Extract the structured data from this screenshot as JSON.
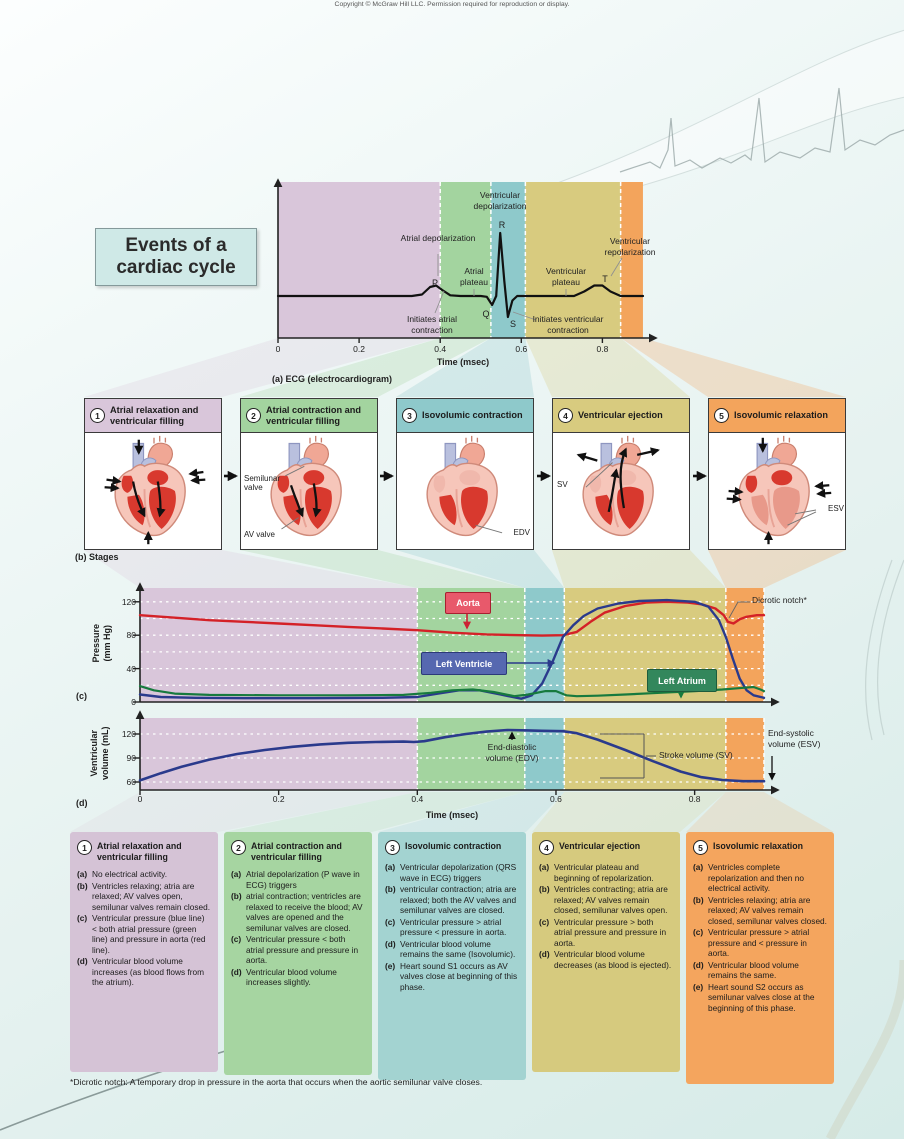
{
  "copyright": "Copyright © McGraw Hill LLC. Permission required for reproduction or display.",
  "title": {
    "line1": "Events of a",
    "line2": "cardiac cycle"
  },
  "phases": {
    "colors": [
      "#d9c6da",
      "#a3d49f",
      "#8ec9cb",
      "#d8cb7f",
      "#f3a45c"
    ],
    "boundaries_ecg": [
      0,
      0.4,
      0.525,
      0.61,
      0.845,
      0.9
    ],
    "boundaries_charts": [
      0,
      0.4,
      0.555,
      0.612,
      0.845,
      0.9
    ]
  },
  "ecg": {
    "caption": "(a) ECG (electrocardiogram)",
    "xlabel": "Time (msec)",
    "labels": {
      "vdep": "Ventricular depolarization",
      "adep": "Atrial depolarization",
      "aplat": "Atrial plateau",
      "vplat": "Ventricular plateau",
      "vrepol": "Ventricular repolarization",
      "init_a": "Initiates atrial contraction",
      "init_v": "Initiates ventricular contraction",
      "p": "P",
      "q": "Q",
      "r": "R",
      "s": "S",
      "t": "T"
    }
  },
  "stages": {
    "caption": "(b) Stages",
    "items": [
      {
        "num": "1",
        "title": "Atrial relaxation and ventricular filling"
      },
      {
        "num": "2",
        "title": "Atrial contraction and ventricular filling"
      },
      {
        "num": "3",
        "title": "Isovolumic contraction"
      },
      {
        "num": "4",
        "title": "Ventricular ejection"
      },
      {
        "num": "5",
        "title": "Isovolumic relaxation"
      }
    ],
    "labels": {
      "semilunar": "Semilunar valve",
      "av": "AV valve",
      "edv": "EDV",
      "sv": "SV",
      "esv": "ESV"
    }
  },
  "pressure": {
    "panel": "(c)",
    "ylabel1": "Pressure",
    "ylabel2": "(mm Hg)"
  },
  "volume": {
    "panel": "(d)",
    "ylabel1": "Ventricular",
    "ylabel2": "volume (mL)"
  },
  "boxes": [
    {
      "num": "1",
      "title": "Atrial relaxation and ventricular filling",
      "color": "#d5c3d6",
      "items": [
        {
          "label": "(a)",
          "text": "No electrical activity."
        },
        {
          "label": "(b)",
          "text": "Ventricles relaxing; atria are relaxed; AV valves open, semilunar valves remain closed."
        },
        {
          "label": "(c)",
          "text": "Ventricular pressure (blue line) < both atrial pressure (green line) and pressure in aorta (red line)."
        },
        {
          "label": "(d)",
          "text": "Ventricular blood volume increases (as blood flows from the atrium)."
        }
      ]
    },
    {
      "num": "2",
      "title": "Atrial contraction and ventricular filling",
      "color": "#a6d5a1",
      "items": [
        {
          "label": "(a)",
          "text": "Atrial depolarization (P wave in ECG) triggers"
        },
        {
          "label": "(b)",
          "text": "atrial contraction; ventricles are relaxed to receive the blood; AV valves are opened and the semilunar valves are closed."
        },
        {
          "label": "(c)",
          "text": "Ventricular pressure < both atrial pressure and pressure in aorta."
        },
        {
          "label": "(d)",
          "text": "Ventricular blood volume increases slightly."
        }
      ]
    },
    {
      "num": "3",
      "title": "Isovolumic contraction",
      "color": "#a3d3d1",
      "items": [
        {
          "label": "(a)",
          "text": "Ventricular depolarization (QRS wave in ECG) triggers"
        },
        {
          "label": "(b)",
          "text": "ventricular contraction; atria are relaxed; both the AV valves and semilunar valves are closed."
        },
        {
          "label": "(c)",
          "text": "Ventricular pressure > atrial pressure < pressure in aorta."
        },
        {
          "label": "(d)",
          "text": "Ventricular blood volume remains the same (Isovolumic)."
        },
        {
          "label": "(e)",
          "text": "Heart sound S1 occurs as AV valves close at beginning of this phase."
        }
      ]
    },
    {
      "num": "4",
      "title": "Ventricular ejection",
      "color": "#d6ca7e",
      "items": [
        {
          "label": "(a)",
          "text": "Ventricular plateau and beginning of repolarization."
        },
        {
          "label": "(b)",
          "text": "Ventricles contracting; atria are relaxed; AV valves remain closed, semilunar valves open."
        },
        {
          "label": "(c)",
          "text": "Ventricular pressure > both atrial pressure and pressure in aorta."
        },
        {
          "label": "(d)",
          "text": "Ventricular blood volume decreases (as blood is ejected)."
        }
      ]
    },
    {
      "num": "5",
      "title": "Isovolumic relaxation",
      "color": "#f4a55e",
      "items": [
        {
          "label": "(a)",
          "text": "Ventricles complete repolarization and then no electrical activity."
        },
        {
          "label": "(b)",
          "text": "Ventricles relaxing; atria are relaxed; AV valves remain closed, semilunar valves closed."
        },
        {
          "label": "(c)",
          "text": "Ventricular pressure > atrial pressure and < pressure in aorta."
        },
        {
          "label": "(d)",
          "text": "Ventricular blood volume remains the same."
        },
        {
          "label": "(e)",
          "text": "Heart sound S2 occurs as semilunar valves close at the beginning of this phase."
        }
      ]
    }
  ],
  "footnote": "*Dicrotic notch: A temporary drop in pressure in the aorta that occurs when the aortic semilunar valve closes.",
  "chart_data": [
    {
      "name": "ecg",
      "type": "line",
      "title": "(a) ECG (electrocardiogram)",
      "xlabel": "Time (msec)",
      "xticks": [
        0,
        0.2,
        0.4,
        0.6,
        0.8
      ],
      "x_range": [
        0,
        0.9
      ],
      "wave_labels": [
        "P",
        "Q",
        "R",
        "S",
        "T"
      ],
      "color": "#111111",
      "points": [
        [
          0,
          0
        ],
        [
          0.33,
          0
        ],
        [
          0.355,
          1
        ],
        [
          0.375,
          6
        ],
        [
          0.39,
          7
        ],
        [
          0.405,
          4
        ],
        [
          0.425,
          0.5
        ],
        [
          0.45,
          0
        ],
        [
          0.5,
          0
        ],
        [
          0.515,
          -0.5
        ],
        [
          0.528,
          -6
        ],
        [
          0.538,
          0
        ],
        [
          0.548,
          42
        ],
        [
          0.558,
          10
        ],
        [
          0.567,
          -14
        ],
        [
          0.578,
          -3
        ],
        [
          0.59,
          0
        ],
        [
          0.62,
          0
        ],
        [
          0.73,
          0
        ],
        [
          0.755,
          3
        ],
        [
          0.78,
          7
        ],
        [
          0.8,
          7
        ],
        [
          0.82,
          3
        ],
        [
          0.845,
          0
        ],
        [
          0.9,
          0
        ]
      ]
    },
    {
      "name": "pressure",
      "type": "line",
      "panel": "(c)",
      "ylabel": "Pressure (mm Hg)",
      "ylim": [
        0,
        140
      ],
      "yticks": [
        0,
        40,
        80,
        120
      ],
      "x_range": [
        0,
        0.9
      ],
      "grid_step": 20,
      "annotations": [
        "Dicrotic notch*"
      ],
      "series": [
        {
          "name": "Aorta",
          "color": "#d42127",
          "box_color": "#e8596b",
          "points": [
            [
              0,
              104
            ],
            [
              0.05,
              101
            ],
            [
              0.1,
              98
            ],
            [
              0.15,
              96
            ],
            [
              0.2,
              94
            ],
            [
              0.25,
              92
            ],
            [
              0.3,
              90
            ],
            [
              0.35,
              88
            ],
            [
              0.4,
              86
            ],
            [
              0.45,
              83
            ],
            [
              0.5,
              81
            ],
            [
              0.55,
              80
            ],
            [
              0.58,
              79.5
            ],
            [
              0.61,
              80
            ],
            [
              0.63,
              84
            ],
            [
              0.65,
              96
            ],
            [
              0.67,
              107
            ],
            [
              0.7,
              115
            ],
            [
              0.73,
              119
            ],
            [
              0.76,
              120
            ],
            [
              0.79,
              119
            ],
            [
              0.81,
              117
            ],
            [
              0.83,
              112
            ],
            [
              0.842,
              104
            ],
            [
              0.848,
              96
            ],
            [
              0.856,
              94
            ],
            [
              0.865,
              99
            ],
            [
              0.875,
              102
            ],
            [
              0.89,
              104
            ],
            [
              0.9,
              104
            ]
          ]
        },
        {
          "name": "Left Ventricle",
          "color": "#2a3a8c",
          "box_color": "#5668b0",
          "points": [
            [
              0,
              9
            ],
            [
              0.03,
              6
            ],
            [
              0.08,
              5
            ],
            [
              0.15,
              4.5
            ],
            [
              0.25,
              4.5
            ],
            [
              0.35,
              5
            ],
            [
              0.4,
              6
            ],
            [
              0.43,
              10
            ],
            [
              0.46,
              14
            ],
            [
              0.49,
              14
            ],
            [
              0.52,
              9
            ],
            [
              0.55,
              4
            ],
            [
              0.565,
              8
            ],
            [
              0.58,
              22
            ],
            [
              0.595,
              48
            ],
            [
              0.61,
              78
            ],
            [
              0.625,
              92
            ],
            [
              0.64,
              103
            ],
            [
              0.66,
              112
            ],
            [
              0.69,
              118
            ],
            [
              0.72,
              121
            ],
            [
              0.76,
              122
            ],
            [
              0.8,
              120
            ],
            [
              0.82,
              114
            ],
            [
              0.835,
              98
            ],
            [
              0.845,
              78
            ],
            [
              0.855,
              52
            ],
            [
              0.865,
              28
            ],
            [
              0.875,
              14
            ],
            [
              0.885,
              8
            ],
            [
              0.9,
              5
            ]
          ]
        },
        {
          "name": "Left Atrium",
          "color": "#177a3e",
          "box_color": "#33875c",
          "points": [
            [
              0,
              19
            ],
            [
              0.02,
              14
            ],
            [
              0.05,
              10
            ],
            [
              0.1,
              8.5
            ],
            [
              0.2,
              8
            ],
            [
              0.3,
              8
            ],
            [
              0.38,
              8.5
            ],
            [
              0.42,
              11
            ],
            [
              0.45,
              14
            ],
            [
              0.48,
              15
            ],
            [
              0.51,
              12
            ],
            [
              0.54,
              7
            ],
            [
              0.56,
              9
            ],
            [
              0.585,
              13
            ],
            [
              0.6,
              13
            ],
            [
              0.615,
              8
            ],
            [
              0.63,
              7
            ],
            [
              0.66,
              7.5
            ],
            [
              0.7,
              9
            ],
            [
              0.75,
              11
            ],
            [
              0.8,
              13
            ],
            [
              0.84,
              15
            ],
            [
              0.87,
              17
            ],
            [
              0.885,
              18
            ],
            [
              0.895,
              15
            ],
            [
              0.9,
              13
            ]
          ]
        }
      ]
    },
    {
      "name": "volume",
      "type": "line",
      "panel": "(d)",
      "ylabel": "Ventricular volume (mL)",
      "ylim": [
        50,
        140
      ],
      "yticks": [
        60,
        90,
        120
      ],
      "xticks": [
        0,
        0.2,
        0.4,
        0.6,
        0.8
      ],
      "xlabel": "Time (msec)",
      "x_range": [
        0,
        0.9
      ],
      "annotations": [
        "End-diastolic volume (EDV)",
        "Stroke volume (SV)",
        "End-systolic volume (ESV)"
      ],
      "series": [
        {
          "name": "Ventricular volume",
          "color": "#2a3a8c",
          "points": [
            [
              0,
              62
            ],
            [
              0.03,
              71
            ],
            [
              0.06,
              79
            ],
            [
              0.1,
              88
            ],
            [
              0.14,
              95
            ],
            [
              0.18,
              100
            ],
            [
              0.22,
              104
            ],
            [
              0.26,
              107
            ],
            [
              0.3,
              109
            ],
            [
              0.34,
              110
            ],
            [
              0.38,
              110.5
            ],
            [
              0.395,
              110
            ],
            [
              0.41,
              111
            ],
            [
              0.44,
              116
            ],
            [
              0.47,
              120
            ],
            [
              0.5,
              123
            ],
            [
              0.53,
              125
            ],
            [
              0.56,
              124.5
            ],
            [
              0.58,
              124
            ],
            [
              0.61,
              123.5
            ],
            [
              0.63,
              121
            ],
            [
              0.66,
              113
            ],
            [
              0.7,
              100
            ],
            [
              0.74,
              86
            ],
            [
              0.78,
              73
            ],
            [
              0.81,
              66
            ],
            [
              0.84,
              62.5
            ],
            [
              0.87,
              61
            ],
            [
              0.9,
              61
            ]
          ]
        }
      ]
    }
  ]
}
